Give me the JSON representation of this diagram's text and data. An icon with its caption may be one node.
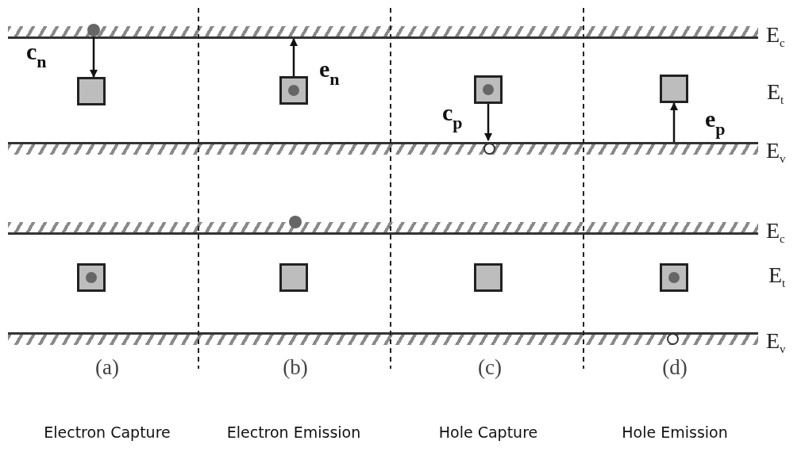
{
  "diagram": {
    "nodes": [
      {
        "text": [],
        "shape": "bar",
        "beside": [
          "E$_{c}$"
        ]
      },
      {
        "text": [],
        "shape": "circle"
      },
      {
        "text": [],
        "shape": "box"
      },
      {
        "text": [],
        "shape": "box"
      },
      {
        "text": [],
        "shape": "circle",
        "in": 3
      },
      {
        "text": [],
        "shape": "box"
      },
      {
        "text": [],
        "shape": "circle",
        "in": 5
      },
      {
        "text": [],
        "shape": "box"
      },
      {
        "text": [],
        "shape": "bar",
        "beside": [
          "E$_{v}$"
        ]
      },
      {
        "text": [],
        "shape": "ring",
        "in": 8
      },
      {
        "text": [],
        "shape": "bar",
        "beside": [
          "E$_{c}$"
        ]
      },
      {
        "text": [],
        "shape": "circle"
      },
      {
        "text": [],
        "shape": "box"
      },
      {
        "text": [],
        "shape": "circle",
        "in": 12
      },
      {
        "text": [],
        "shape": "box"
      },
      {
        "text": [],
        "shape": "box"
      },
      {
        "text": [],
        "shape": "box"
      },
      {
        "text": [],
        "shape": "circle",
        "in": 16
      },
      {
        "text": [],
        "shape": "bar",
        "beside": [
          "E$_{v}$"
        ]
      },
      {
        "text": [],
        "shape": "ring",
        "in": 18
      }
    ],
    "edges": [
      {
        "from": 1,
        "to": 2,
        "arrow": "to",
        "label": "c$_{n}$"
      },
      {
        "from": 3,
        "to": 0,
        "arrow": "to",
        "label": "e$_{n}$"
      },
      {
        "from": 5,
        "to": 9,
        "arrow": "to",
        "label": "c$_{p}$"
      },
      {
        "from": 8,
        "to": 7,
        "arrow": "to",
        "label": "e$_{p}$"
      }
    ],
    "labels": [
      "E$_{t}$",
      "E$_{t}$",
      "(a)",
      "(b)",
      "(c)",
      "(d)",
      "Electron Capture",
      "Electron Emission",
      "Hole Capture",
      "Hole Emission"
    ]
  }
}
